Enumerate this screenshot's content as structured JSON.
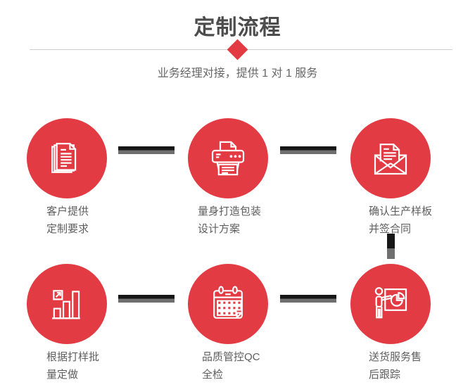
{
  "header": {
    "title": "定制流程",
    "subtitle": "业务经理对接，提供 1 对 1 服务"
  },
  "colors": {
    "accent_red": "#e23b43",
    "connector_dark": "#161616",
    "connector_gray": "#6f6f6f",
    "title_gray": "#4c4c4c",
    "label_gray": "#5e5e5e",
    "divider_gray": "#cfcfcf",
    "icon_stroke": "#ffffff"
  },
  "steps": [
    {
      "icon": "documents-icon",
      "label_lines": [
        "客户提供",
        "定制要求"
      ]
    },
    {
      "icon": "printer-icon",
      "label_lines": [
        "量身打造包装",
        "设计方案"
      ]
    },
    {
      "icon": "envelope-icon",
      "label_lines": [
        "确认生产样板",
        "并签合同"
      ]
    },
    {
      "icon": "bar-chart-icon",
      "label_lines": [
        "根据打样批",
        "量定做"
      ]
    },
    {
      "icon": "calendar-icon",
      "label_lines": [
        "品质管控QC",
        "全检"
      ]
    },
    {
      "icon": "presentation-icon",
      "label_lines": [
        "送货服务售",
        "后跟踪"
      ]
    }
  ]
}
